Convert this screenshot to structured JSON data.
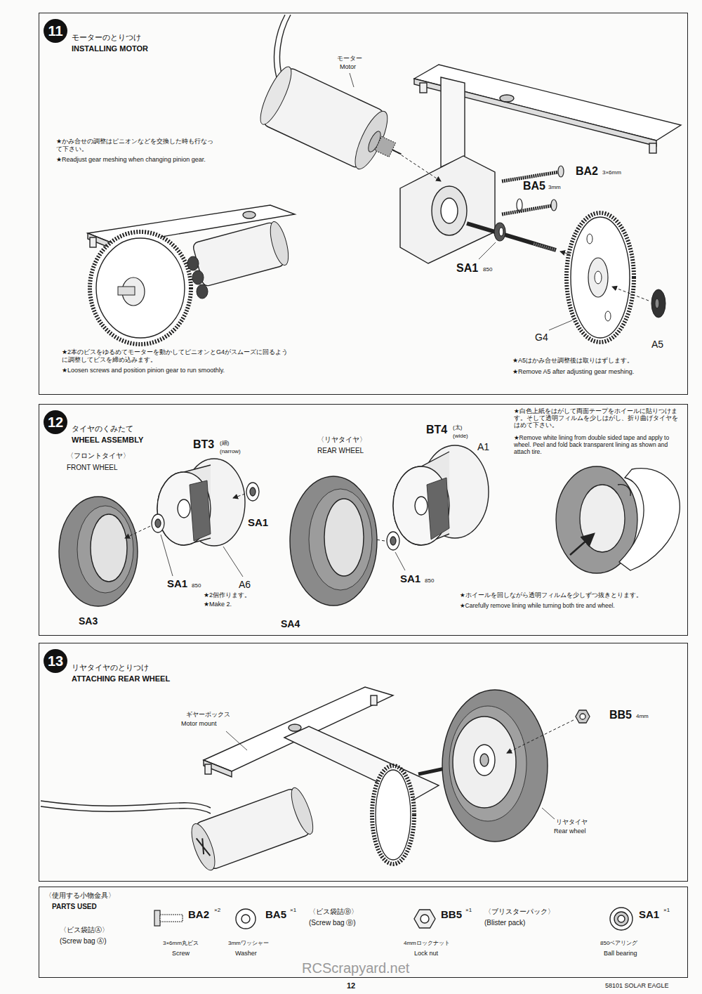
{
  "diagram": {
    "nodes": [
      {
        "text": [
          "モーターのとりつけ",
          "INSTALLING MOTOR"
        ]
      },
      {
        "text": [
          "11"
        ],
        "in": 0
      },
      {
        "text": [
          "タイヤのくみたて",
          "WHEEL ASSEMBLY"
        ]
      },
      {
        "text": [
          "12"
        ],
        "in": 2
      },
      {
        "text": [
          "リヤタイヤのとりつけ",
          "ATTACHING REAR WHEEL"
        ]
      },
      {
        "text": [
          "13"
        ],
        "in": 4
      },
      {
        "text": [
          "〈使用する小物金具〉",
          "PARTS USED"
        ]
      }
    ],
    "labels": [
      "モーター",
      "Motor",
      "★かみ合せの調整はピニオンなどを交換した時も行なって下さい。",
      "★Readjust gear meshing when changing pinion gear.",
      "BA2",
      "3×6mm",
      "BA5",
      "3mm",
      "SA1",
      "850",
      "G4",
      "A5",
      "★A5はかみ合せ調整後は取りはずします。",
      "★Remove A5 after adjusting gear meshing.",
      "★2本のビスをゆるめてモーターを動かしてピニオンとG4がスムーズに回るように調整してビスを締め込みます。",
      "★Loosen screws and position pinion gear to run smoothly.",
      "〈フロントタイヤ〉",
      "FRONT WHEEL",
      "BT3",
      "(細)",
      "(narrow)",
      "SA1",
      "SA1",
      "850",
      "A6",
      "★2個作ります。",
      "★Make 2.",
      "SA3",
      "〈リヤタイヤ〉",
      "REAR WHEEL",
      "BT4",
      "(太)",
      "(wide)",
      "A1",
      "SA1",
      "850",
      "SA4",
      "★白色上紙をはがして両面テープをホイールに貼りつけます。そして透明フィルムを少しはがし、折り曲げタイヤをはめて下さい。",
      "★Remove white lining from double sided tape and apply to wheel. Peel and fold back transparent lining as shown and attach tire.",
      "★ホイールを回しながら透明フィルムを少しずつ抜きとります。",
      "★Carefully remove lining while turning both tire and wheel.",
      "ギヤーボックス",
      "Motor mount",
      "BB5",
      "4mm",
      "リヤタイヤ",
      "Rear wheel",
      "〈ビス袋詰Ⓐ〉",
      "(Screw bag Ⓐ)",
      "BA2",
      "×2",
      "3×6mm丸ビス",
      "Screw",
      "BA5",
      "×1",
      "3mmワッシャー",
      "Washer",
      "〈ビス袋詰Ⓑ〉",
      "(Screw bag Ⓑ)",
      "BB5",
      "×1",
      "4mmロックナット",
      "Lock nut",
      "〈ブリスターパック〉",
      "(Blister pack)",
      "SA1",
      "×1",
      "850ベアリング",
      "Ball bearing",
      "12",
      "58101 SOLAR EAGLE",
      "RCScrapyard.net"
    ]
  }
}
